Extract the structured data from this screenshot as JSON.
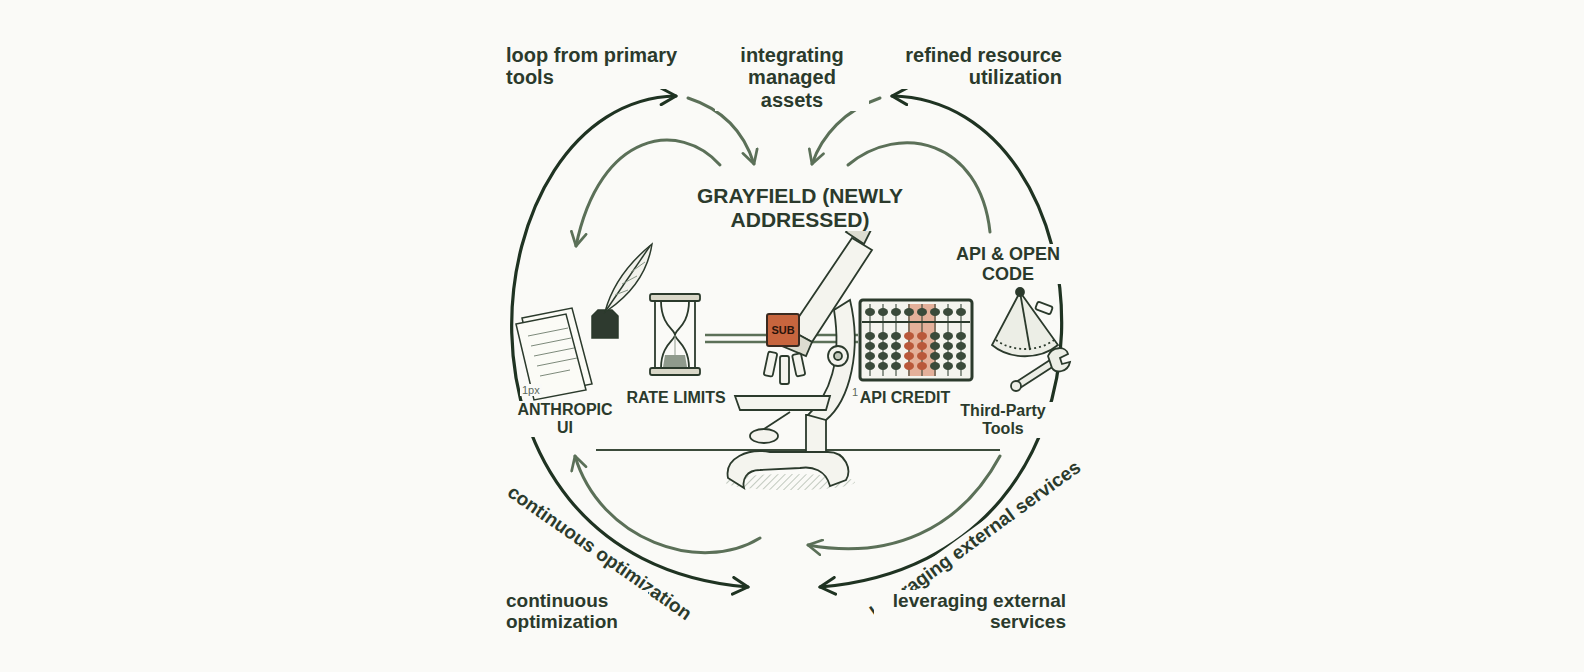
{
  "diagram": {
    "title": "GRAYFIELD (NEWLY ADDRESSED)",
    "nodes": [
      {
        "text": [
          "SUB"
        ]
      }
    ],
    "labels": [
      "loop from primary tools",
      "integrating managed assets",
      "refined resource utilization",
      "API & OPEN CODE",
      "1px",
      "ANTHROPIC UI",
      "RATE LIMITS",
      "1px",
      "API CREDIT",
      "Third-Party Tools",
      "continuous optimization",
      "continuous optimization",
      "leveraging external services",
      "leveraging external services"
    ]
  }
}
